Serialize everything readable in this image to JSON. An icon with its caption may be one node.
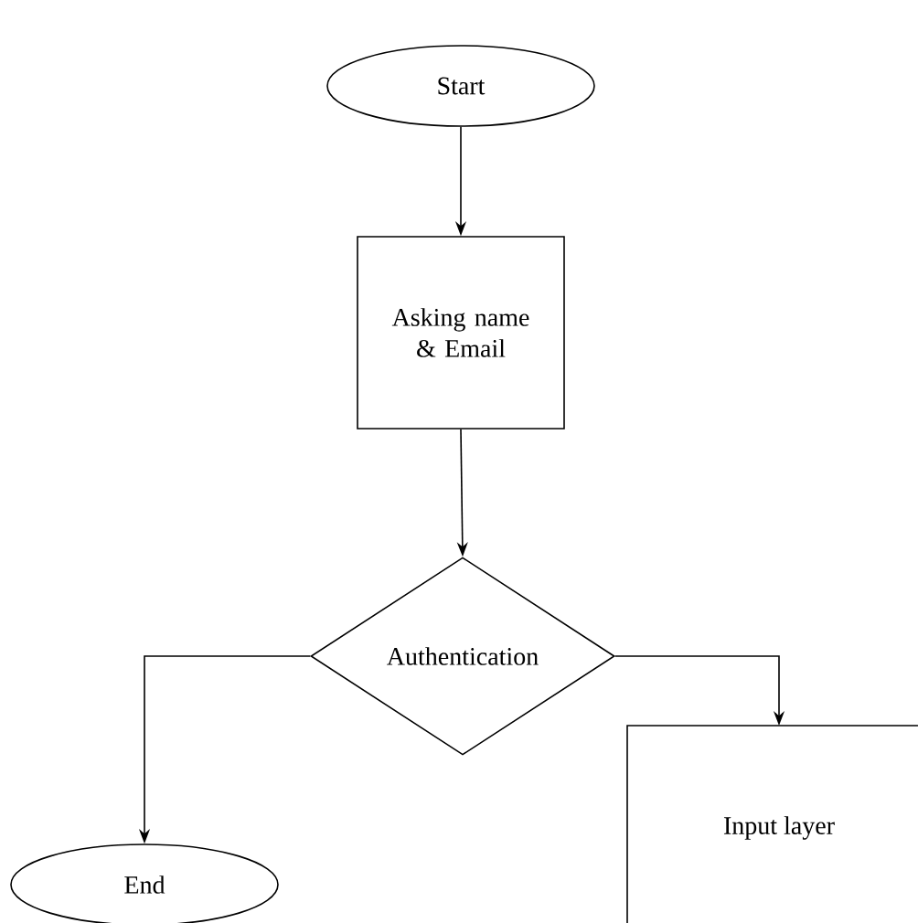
{
  "diagram": {
    "nodes": [
      {
        "text": [
          "Start"
        ]
      },
      {
        "text": [
          "Asking name & Email"
        ]
      },
      {
        "text": [
          "Authentication"
        ]
      },
      {
        "text": [
          "Input layer"
        ]
      },
      {
        "text": [
          "End"
        ]
      }
    ],
    "edges": [
      {
        "from": 0,
        "to": 1,
        "arrow": "to"
      },
      {
        "from": 1,
        "to": 2,
        "arrow": "to"
      },
      {
        "from": 2,
        "to": 3,
        "arrow": "to"
      },
      {
        "from": 2,
        "to": 4,
        "arrow": "to"
      }
    ]
  }
}
